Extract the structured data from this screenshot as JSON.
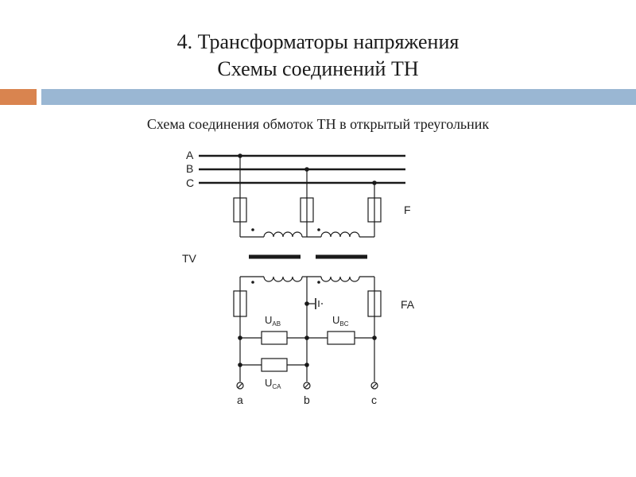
{
  "slide": {
    "title_line1": "4. Трансформаторы напряжения",
    "title_line2": "Схемы соединений ТН",
    "subtitle": "Схема соединения обмоток ТН в открытый треугольник"
  },
  "colors": {
    "accent_orange": "#d9844f",
    "accent_blue": "#9ab7d3",
    "line": "#1a1a1a"
  },
  "diagram": {
    "phase_labels": [
      "A",
      "B",
      "C"
    ],
    "fuse_primary_label": "F",
    "transformer_label": "TV",
    "fuse_secondary_label": "FA",
    "load_ab": {
      "main": "U",
      "sub": "AB"
    },
    "load_bc": {
      "main": "U",
      "sub": "BC"
    },
    "load_ca": {
      "main": "U",
      "sub": "CA"
    },
    "terminals": [
      "a",
      "b",
      "c"
    ]
  }
}
